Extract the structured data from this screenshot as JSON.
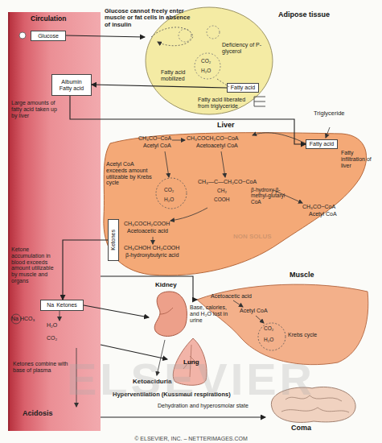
{
  "diagram": {
    "nodes": [
      {
        "text": [
          "Circulation"
        ]
      },
      {
        "text": [
          "Glucose"
        ],
        "in": 0
      },
      {
        "text": [
          "Albumin",
          "Fatty acid"
        ],
        "in": 0
      },
      {
        "text": [
          "Na",
          "Ketones"
        ],
        "in": 0
      },
      {
        "text": [
          "Adipose tissue"
        ]
      },
      {
        "text": [
          "Fatty acid"
        ],
        "in": 4
      },
      {
        "text": [
          "Liver"
        ]
      },
      {
        "text": [
          "Fatty acid"
        ],
        "in": 6
      },
      {
        "text": [
          "Ketones"
        ],
        "in": 6
      },
      {
        "text": [
          "Muscle"
        ]
      },
      {
        "text": [
          "Kidney"
        ]
      },
      {
        "text": [
          "Lung"
        ]
      },
      {
        "text": [
          "Coma"
        ]
      }
    ],
    "edges": [
      {
        "from": 1,
        "to": 4,
        "arrow": "to"
      },
      {
        "from": 5,
        "to": 2,
        "arrow": "to"
      },
      {
        "from": 2,
        "to": 7,
        "arrow": "to"
      },
      {
        "from": 8,
        "to": 3,
        "arrow": "to"
      },
      {
        "from": 3,
        "to": 10,
        "arrow": "to"
      },
      {
        "from": 0,
        "to": 11,
        "arrow": "to"
      },
      {
        "from": 0,
        "to": 12,
        "arrow": "to"
      },
      {
        "from": 0,
        "to": 9,
        "arrow": "to"
      }
    ],
    "labels": [
      "Glucose cannot freely enter muscle or fat cells in absence of insulin",
      "Deficiency of P-glycerol",
      "CO₂",
      "H₂O",
      "Fatty acid mobilized",
      "Fatty acid liberated from triglyceride",
      "Large amounts of fatty acid taken up by liver",
      "Triglyceride",
      "Fatty infiltration of liver",
      "CH₃CO~CoA",
      "Acetyl CoA",
      "CH₃COCH₂CO~CoA",
      "Acetoacetyl CoA",
      "Acetyl CoA exceeds amount utilizable by Krebs cycle",
      "CO₂",
      "H₂O",
      "CH₃—C—CH₂CO~CoA",
      "CH₂",
      "COOH",
      "β-hydroxy β-methyl-glutaryl CoA",
      "CH₃CO~CoA",
      "Acetyl CoA",
      "CH₃COCH₂COOH",
      "Acetoacetic acid",
      "CH₃CHOH CH₂COOH",
      "β-hydroxybutyric acid",
      "Ketone accumulation in blood exceeds amount utilizable by muscle and organs",
      "Na HCO₃",
      "H₂O",
      "CO₂",
      "Acetoacetic acid",
      "Acetyl CoA",
      "CO₂",
      "H₂O",
      "Krebs cycle",
      "Base, calories, and H₂O lost in urine",
      "Ketoaciduria",
      "Ketones combine with base of plasma",
      "Acidosis",
      "Hyperventilation (Kussmaul respirations)",
      "Dehydration and hyperosmolar state",
      "© ELSEVIER, INC. – NETTERIMAGES.COM",
      "ELSEVIER",
      "NON SOLUS"
    ]
  }
}
